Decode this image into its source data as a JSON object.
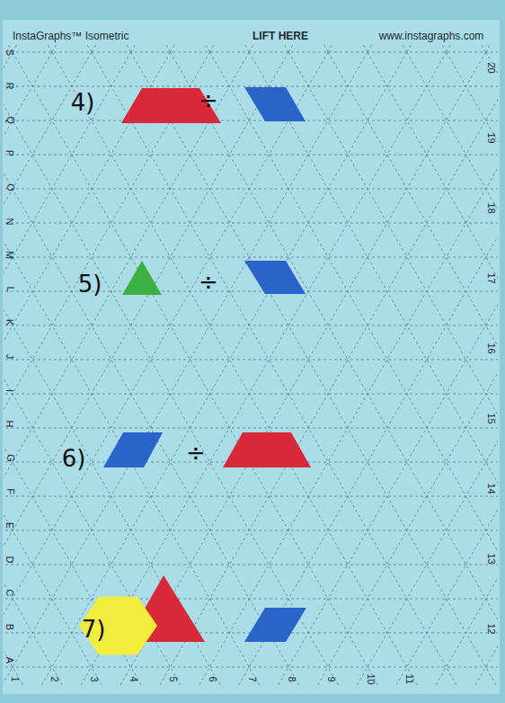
{
  "diagram": {
    "labels": [
      "InstaGraphs™ Isometric",
      "LIFT HERE",
      "www.instagraphs.com",
      "4)",
      "÷",
      "5)",
      "÷",
      "6)",
      "÷",
      "7)",
      "S",
      "R",
      "Q",
      "P",
      "O",
      "N",
      "M",
      "L",
      "K",
      "J",
      "I",
      "H",
      "G",
      "F",
      "E",
      "D",
      "C",
      "B",
      "A",
      "1",
      "2",
      "3",
      "4",
      "5",
      "6",
      "7",
      "8",
      "9",
      "10",
      "11",
      "20",
      "19",
      "18",
      "17",
      "16",
      "15",
      "14",
      "13",
      "12"
    ]
  }
}
